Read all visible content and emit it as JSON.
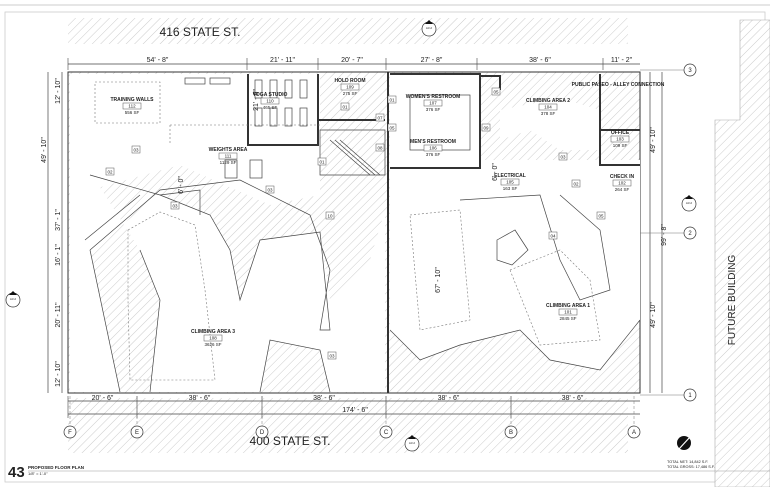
{
  "streets": {
    "top": "416 STATE ST.",
    "bottom": "400 STATE ST."
  },
  "future_building": "FUTURE BUILDING",
  "rooms": [
    {
      "name": "TRAINING WALLS",
      "number": "112",
      "area": "556 SF"
    },
    {
      "name": "YOGA STUDIO",
      "number": "110",
      "area": "465 SF"
    },
    {
      "name": "HOLD ROOM",
      "number": "109",
      "area": "275 SF"
    },
    {
      "name": "WOMEN'S RESTROOM",
      "number": "107",
      "area": "376 SF"
    },
    {
      "name": "MEN'S RESTROOM",
      "number": "106",
      "area": "376 SF"
    },
    {
      "name": "CLIMBING AREA 2",
      "number": "104",
      "area": "378 SF"
    },
    {
      "name": "PUBLIC PASEO - ALLEY CONNECTION",
      "number": "",
      "area": ""
    },
    {
      "name": "OFFICE",
      "number": "103",
      "area": "109 SF"
    },
    {
      "name": "CHECK IN",
      "number": "102",
      "area": "264 SF"
    },
    {
      "name": "ELECTRICAL",
      "number": "105",
      "area": "163 SF"
    },
    {
      "name": "WEIGHTS AREA",
      "number": "111",
      "area": "1129 SF"
    },
    {
      "name": "CLIMBING AREA 3",
      "number": "108",
      "area": "3626 SF"
    },
    {
      "name": "CLIMBING AREA 1",
      "number": "101",
      "area": "2845 SF"
    }
  ],
  "tags": [
    "03",
    "02",
    "03",
    "01",
    "07",
    "08",
    "01",
    "01",
    "05",
    "05",
    "09",
    "03",
    "02",
    "05",
    "04",
    "03",
    "03",
    "10"
  ],
  "dimensions": {
    "top": [
      "54' - 8\"",
      "21' - 11\"",
      "20' - 7\"",
      "27' - 8\"",
      "38' - 6\"",
      "11' - 2\""
    ],
    "bottom": [
      "20' - 6\"",
      "38' - 6\"",
      "38' - 6\"",
      "38' - 6\"",
      "38' - 6\""
    ],
    "bottom_total": "174' - 6\"",
    "left_outer": [
      "12' - 10\"",
      "49' - 10\"",
      "37' - 1\"",
      "16' - 1\"",
      "20' - 11\"",
      "12' - 10\""
    ],
    "left_outer_labels_order": "top-to-bottom",
    "right": [
      "49' - 10\"",
      "99' - 8\"",
      "49' - 10\""
    ],
    "interior": [
      "21' - 8\"",
      "6' - 0\"",
      "6' - 0\"",
      "67' - 10\""
    ]
  },
  "grid_columns": [
    "F",
    "E",
    "D",
    "C",
    "B",
    "A"
  ],
  "grid_rows": [
    "3",
    "2",
    "1"
  ],
  "section_markers": [
    "A3.2",
    "A3.2",
    "A3.2",
    "A3.2"
  ],
  "title_block": {
    "number": "43",
    "title": "PROPOSED FLOOR PLAN",
    "scale": "1/8\" = 1'-0\""
  },
  "totals": {
    "net": "TOTAL NET:   14,842 S.F.",
    "gross": "TOTAL GROSS: 17,486 S.F."
  }
}
